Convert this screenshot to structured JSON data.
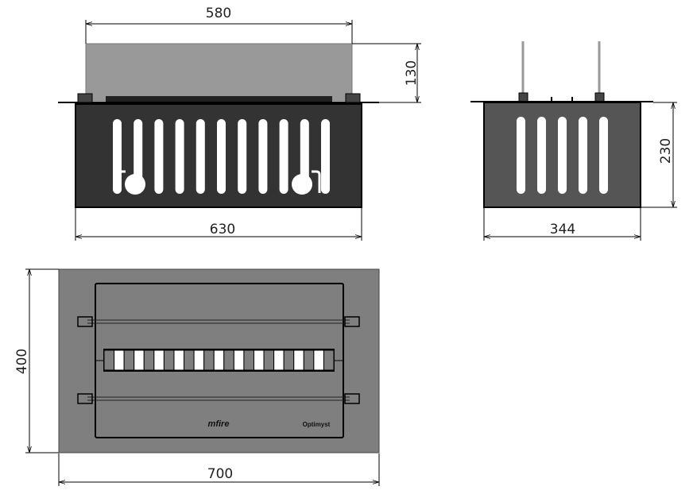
{
  "front_view": {
    "width_glass": "580",
    "height_glass": "130",
    "width_body": "630",
    "slot_count": 11
  },
  "side_view": {
    "height": "230",
    "width": "344",
    "slot_count": 5
  },
  "top_view": {
    "height": "400",
    "width": "700",
    "cell_count": 23,
    "logos": [
      "mfire",
      "Optimyst"
    ]
  },
  "colors": {
    "front_body": "#333333",
    "side_body": "#555555",
    "top_plate": "#7f7f7f",
    "glass": "#999999"
  }
}
